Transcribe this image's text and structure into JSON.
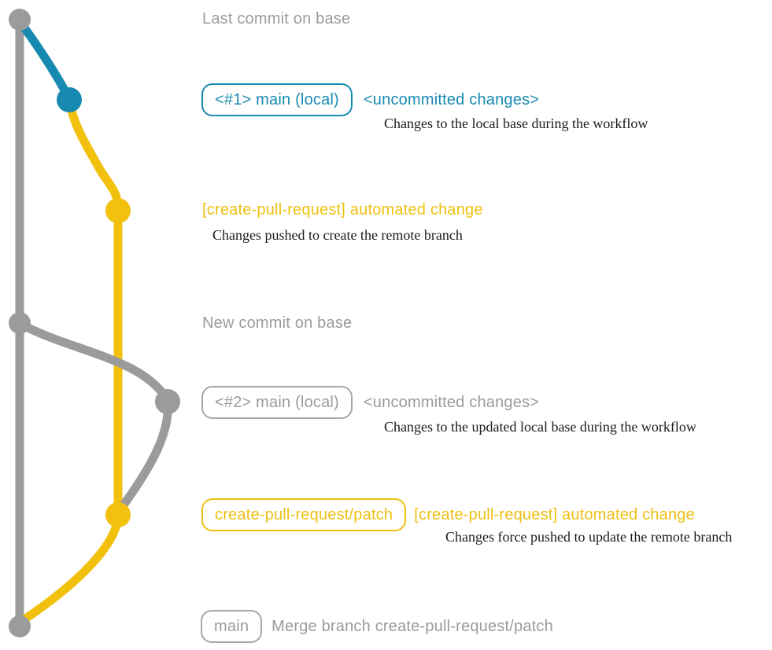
{
  "colors": {
    "gray": "#9b9b9b",
    "teal": "#188ab1",
    "yellow": "#f1c10d"
  },
  "annotations": {
    "last_commit_on_base": "Last commit on base",
    "new_commit_on_base": "New commit on base",
    "main_local_1": {
      "badge": "<#1> main (local)",
      "title": "<uncommitted changes>",
      "note": "Changes to the local base during the workflow"
    },
    "automated_change_1": {
      "title": "[create-pull-request] automated change",
      "note": "Changes pushed to create the remote branch"
    },
    "main_local_2": {
      "badge": "<#2> main (local)",
      "title": "<uncommitted changes>",
      "note": "Changes to the updated local base during the workflow"
    },
    "patch_branch": {
      "badge": "create-pull-request/patch",
      "title": "[create-pull-request] automated change",
      "note": "Changes force pushed to update the remote branch"
    },
    "merge_commit": {
      "badge": "main",
      "title": "Merge branch create-pull-request/patch"
    }
  }
}
